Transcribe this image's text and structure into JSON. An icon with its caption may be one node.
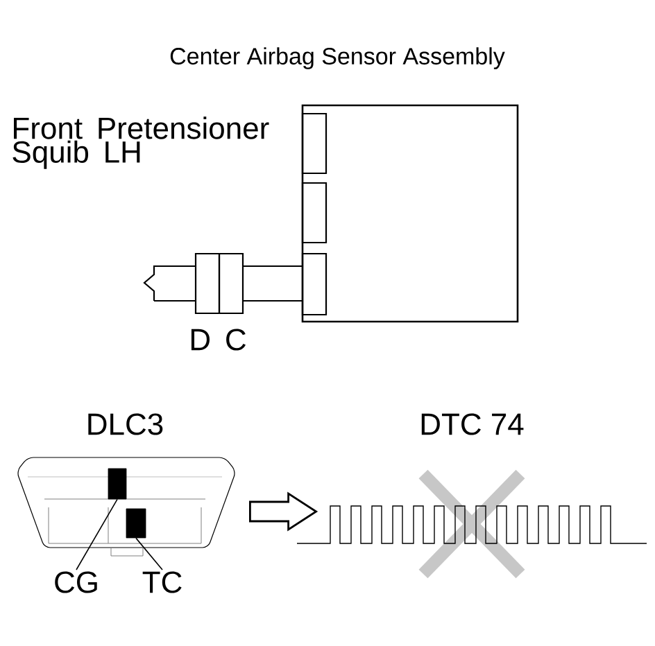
{
  "diagram": {
    "nodes": [
      {
        "text": [
          "Center Airbag Sensor Assembly"
        ]
      },
      {
        "text": [
          "DLC3"
        ]
      },
      {
        "text": [],
        "shape": "box",
        "in": 1
      },
      {
        "text": [],
        "shape": "box",
        "in": 1
      },
      {
        "text": [
          "CG"
        ]
      },
      {
        "text": [
          "TC"
        ]
      },
      {
        "text": [
          "DTC 74"
        ]
      }
    ],
    "edges": [
      {
        "from": 4,
        "to": 2,
        "arrow": "none"
      },
      {
        "from": 5,
        "to": 3,
        "arrow": "none"
      },
      {
        "from": 1,
        "to": 6,
        "arrow": "to",
        "style": "thick"
      }
    ],
    "labels": [
      "Front Pretensioner Squib LH",
      "D C"
    ]
  }
}
